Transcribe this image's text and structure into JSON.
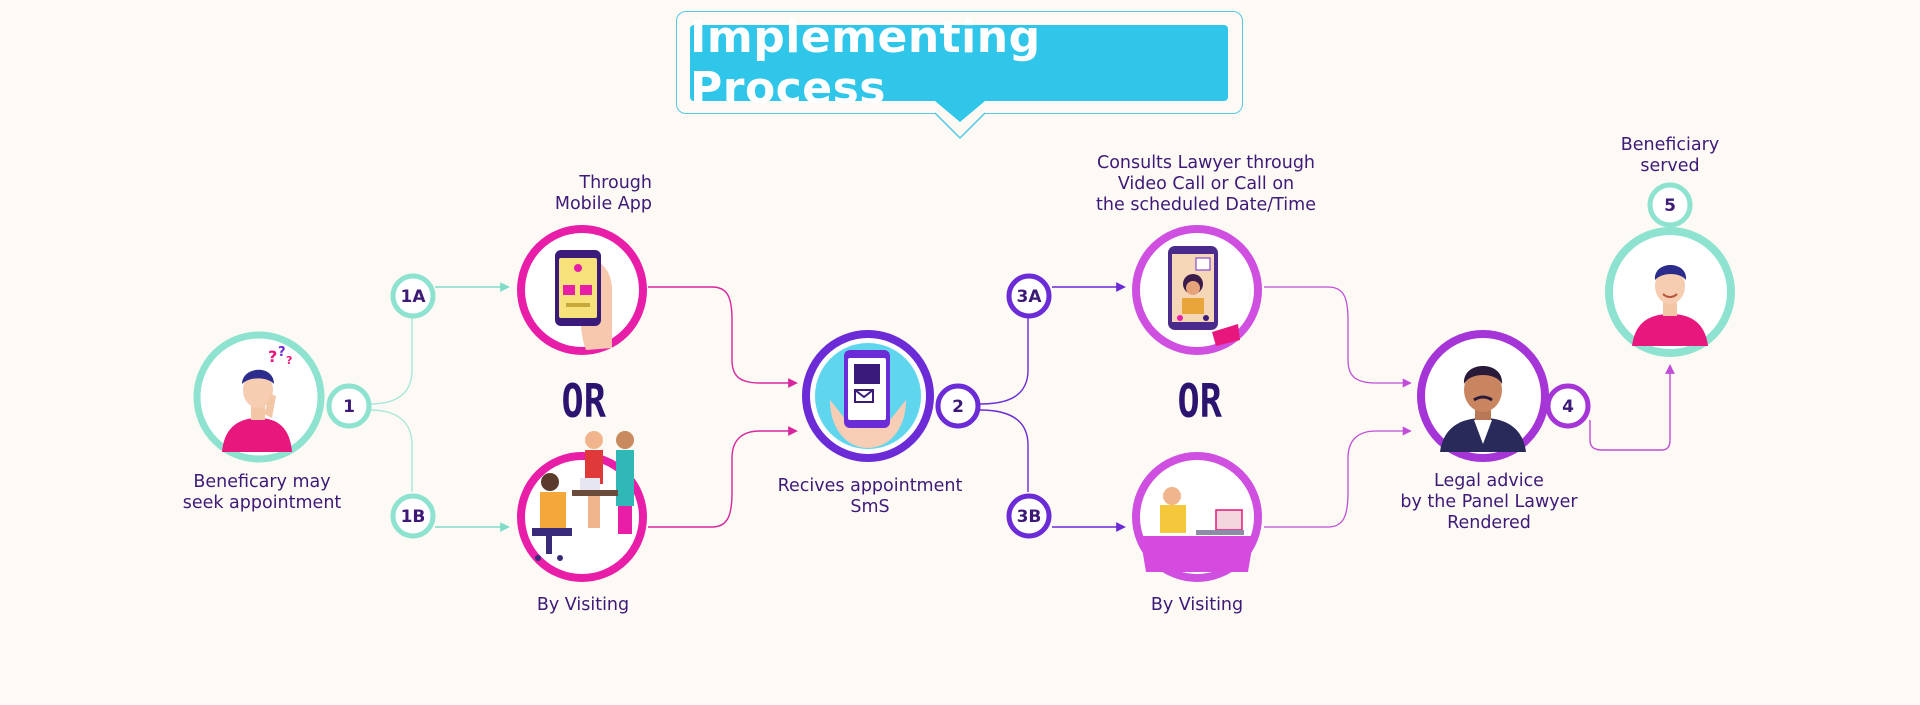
{
  "title": "Implementing Process",
  "steps": {
    "s1": {
      "badge": "1",
      "label": "Beneficary may\nseek appointment"
    },
    "s1a": {
      "badge": "1A",
      "label": "Through\nMobile App"
    },
    "s1b": {
      "badge": "1B",
      "label": "By Visiting"
    },
    "s2": {
      "badge": "2",
      "label": "Recives appointment\nSmS"
    },
    "s3a": {
      "badge": "3A",
      "label": "Consults Lawyer through\nVideo Call or Call on\nthe scheduled Date/Time"
    },
    "s3b": {
      "badge": "3B",
      "label": "By Visiting"
    },
    "s4": {
      "badge": "4",
      "label": "Legal advice\nby the Panel Lawyer\nRendered"
    },
    "s5": {
      "badge": "5",
      "label": "Beneficiary\nserved"
    }
  },
  "or_left": "OR",
  "or_right": "OR",
  "colors": {
    "teal": "#7fdcc9",
    "magenta": "#e81ea8",
    "purple": "#6b2bd6",
    "violet": "#c04ed8",
    "sky": "#2fc6ea",
    "ink": "#3d1a78"
  }
}
